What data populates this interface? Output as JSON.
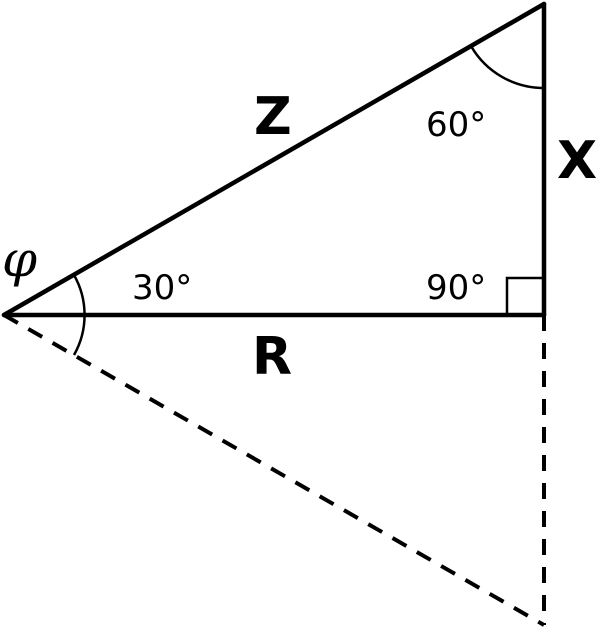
{
  "diagram": {
    "sides": {
      "hypotenuse": "Z",
      "opposite": "X",
      "adjacent": "R"
    },
    "angles": {
      "at_left_vertex": "30°",
      "at_top_vertex": "60°",
      "at_right_angle": "90°",
      "phase_symbol": "φ"
    },
    "colors": {
      "stroke": "#000000",
      "background": "#ffffff"
    }
  }
}
